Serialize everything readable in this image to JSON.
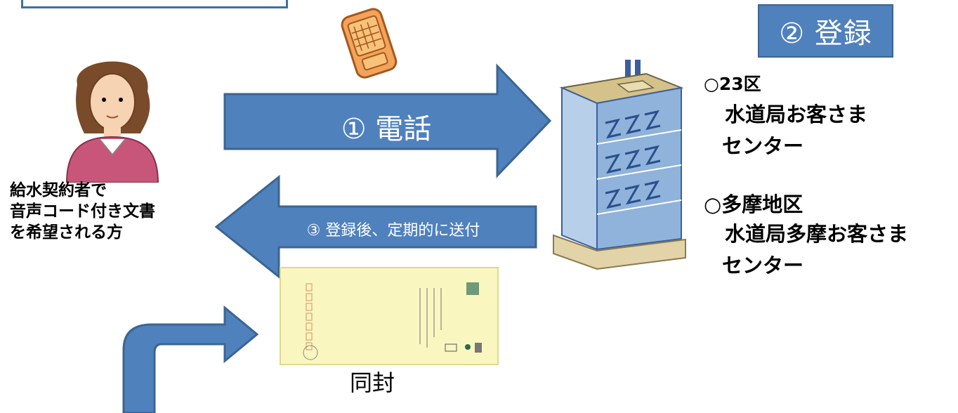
{
  "register": {
    "label": "② 登録"
  },
  "call_arrow": {
    "label": "① 電話"
  },
  "send_arrow": {
    "label": "③ 登録後、定期的に送付"
  },
  "person_caption": [
    "給水契約者で",
    "音声コード付き文書",
    "を希望される方"
  ],
  "offices": [
    {
      "heading": "○23区",
      "lines": [
        "水道局お客さま",
        "センター"
      ]
    },
    {
      "heading": "○多摩地区",
      "lines": [
        "水道局多摩お客さま",
        "センター"
      ]
    }
  ],
  "envelope": {
    "label": "同封"
  },
  "colors": {
    "arrow": "#4f81bd",
    "arrow_border": "#3b6592",
    "envelope": "#faf6c0"
  },
  "icons": {
    "phone": "phone-icon",
    "building": "building-icon",
    "person": "person-icon",
    "envelope": "envelope-icon"
  }
}
